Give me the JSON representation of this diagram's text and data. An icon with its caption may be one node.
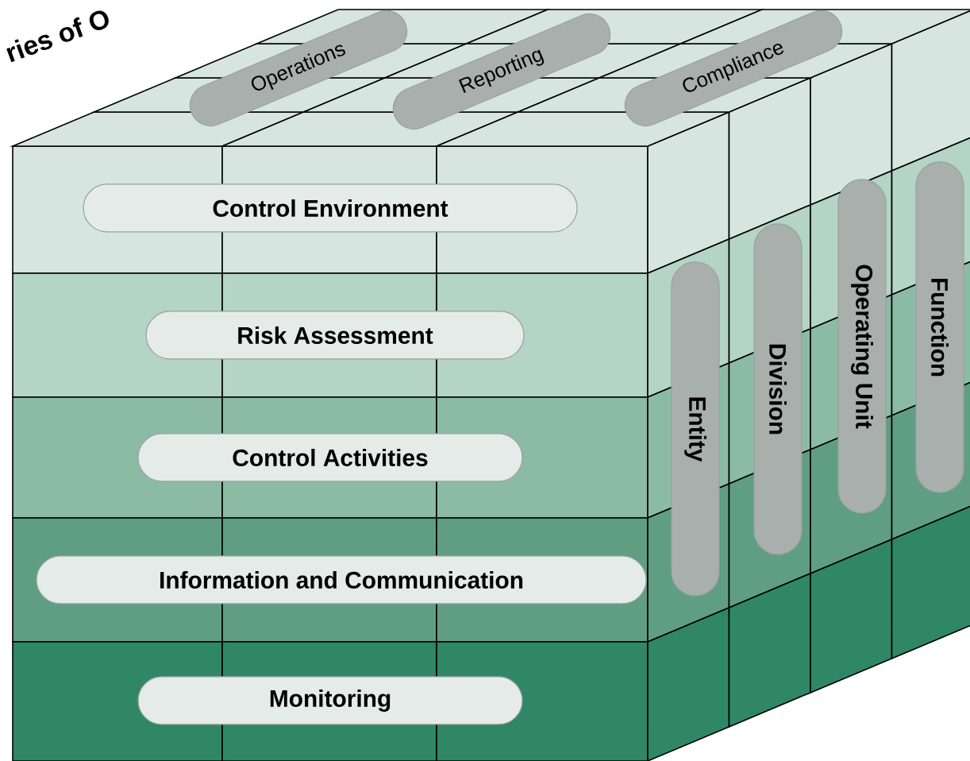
{
  "diagram": {
    "nodes": [
      {
        "text": [
          "Operations"
        ]
      },
      {
        "text": [
          "Reporting"
        ]
      },
      {
        "text": [
          "Compliance"
        ]
      },
      {
        "text": [
          "Control Environment"
        ]
      },
      {
        "text": [
          "Risk Assessment"
        ]
      },
      {
        "text": [
          "Control Activities"
        ]
      },
      {
        "text": [
          "Information and Communication"
        ]
      },
      {
        "text": [
          "Monitoring"
        ]
      },
      {
        "text": [
          "Entity"
        ]
      },
      {
        "text": [
          "Division"
        ]
      },
      {
        "text": [
          "Operating Unit"
        ]
      },
      {
        "text": [
          "Function"
        ]
      }
    ],
    "labels": [
      "ries of O"
    ]
  }
}
